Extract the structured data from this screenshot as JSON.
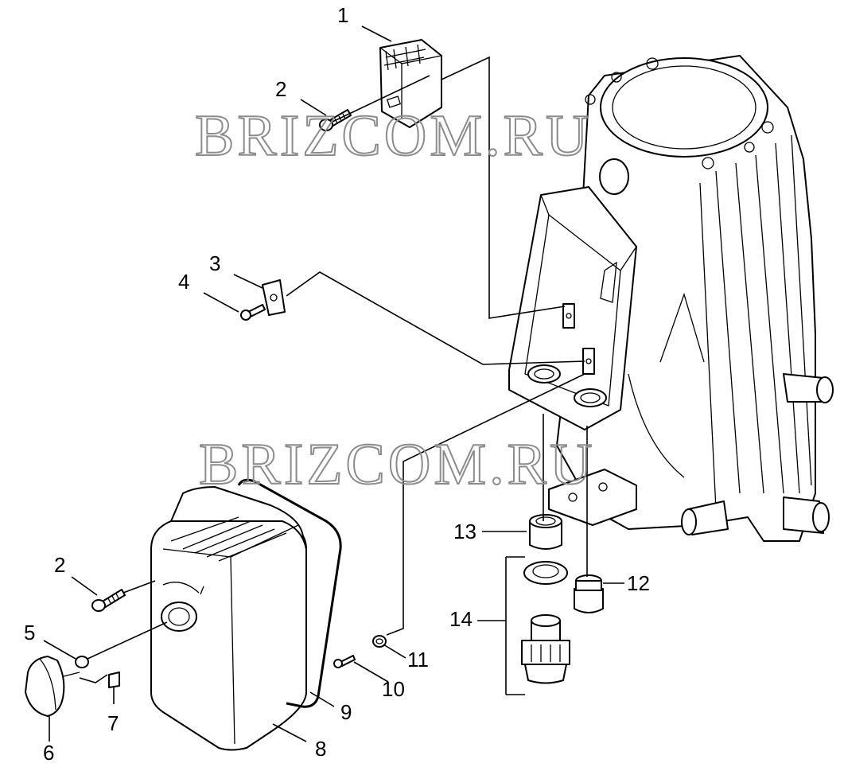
{
  "watermarks": [
    "BRIZCOM.RU",
    "BRIZCOM.RU"
  ],
  "callouts": [
    {
      "id": "c1",
      "text": "1"
    },
    {
      "id": "c2a",
      "text": "2"
    },
    {
      "id": "c3",
      "text": "3"
    },
    {
      "id": "c4",
      "text": "4"
    },
    {
      "id": "c2b",
      "text": "2"
    },
    {
      "id": "c5",
      "text": "5"
    },
    {
      "id": "c6",
      "text": "6"
    },
    {
      "id": "c7",
      "text": "7"
    },
    {
      "id": "c8",
      "text": "8"
    },
    {
      "id": "c9",
      "text": "9"
    },
    {
      "id": "c10",
      "text": "10"
    },
    {
      "id": "c11",
      "text": "11"
    },
    {
      "id": "c12",
      "text": "12"
    },
    {
      "id": "c13",
      "text": "13"
    },
    {
      "id": "c14",
      "text": "14"
    }
  ]
}
